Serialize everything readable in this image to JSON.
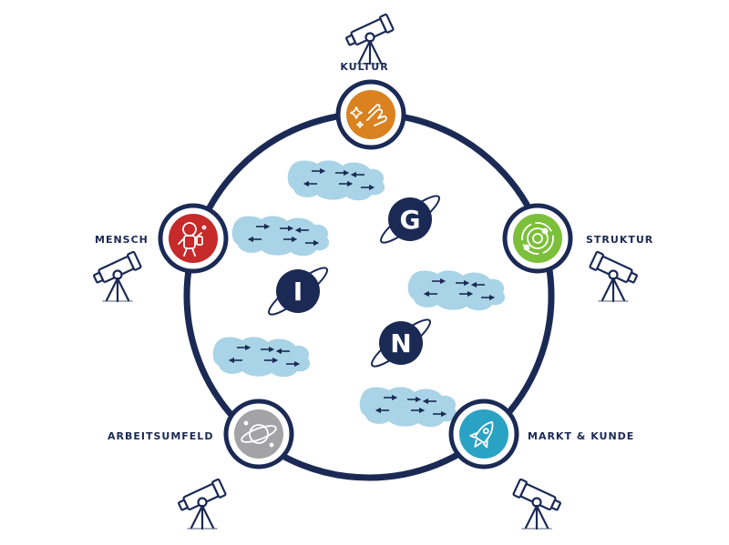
{
  "colors": {
    "navy": "#1b2a55",
    "kultur": "#d9821f",
    "mensch": "#c62a2a",
    "struktur": "#7cbf3a",
    "arbeitsumfeld": "#a3a3a6",
    "markt": "#2aa2c4",
    "cloud": "#a9d3e6"
  },
  "nodes": {
    "kultur": {
      "label": "KULTUR",
      "icon": "hands-sparkle-icon"
    },
    "mensch": {
      "label": "MENSCH",
      "icon": "astronaut-icon"
    },
    "struktur": {
      "label": "STRUKTUR",
      "icon": "atom-orbit-icon"
    },
    "arbeitsumfeld": {
      "label": "ARBEITSUMFELD",
      "icon": "planet-icon"
    },
    "markt": {
      "label": "MARKT & KUNDE",
      "icon": "rocket-icon"
    }
  },
  "center_badges": [
    {
      "glyph": "G",
      "icon": "g-planet-icon"
    },
    {
      "glyph": "I",
      "icon": "i-planet-icon"
    },
    {
      "glyph": "N",
      "icon": "n-planet-icon"
    }
  ],
  "decor": {
    "telescope_icon": "telescope-icon",
    "cloud_icon": "arrow-cloud-icon"
  }
}
